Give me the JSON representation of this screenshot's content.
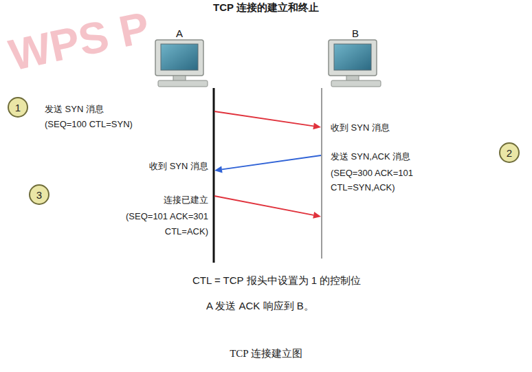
{
  "diagram": {
    "title": "TCP 连接的建立和终止",
    "caption": "TCP 连接建立图",
    "nodes": [
      {
        "text": [
          "A"
        ]
      },
      {
        "text": [
          "B"
        ]
      },
      {
        "text": [
          "1"
        ]
      },
      {
        "text": [
          "2"
        ]
      },
      {
        "text": [
          "3"
        ]
      }
    ],
    "edges": [
      {
        "from": 0,
        "to": 1,
        "arrow": "to"
      },
      {
        "from": 1,
        "to": 0,
        "arrow": "to"
      },
      {
        "from": 0,
        "to": 1,
        "arrow": "to"
      }
    ],
    "labels": [
      "WPS P",
      "发送 SYN 消息",
      "(SEQ=100 CTL=SYN)",
      "收到 SYN 消息",
      "发送 SYN,ACK 消息",
      "(SEQ=300 ACK=101 CTL=SYN,ACK)",
      "收到 SYN 消息",
      "连接已建立",
      "(SEQ=101 ACK=301 CTL=ACK)",
      "CTL = TCP 报头中设置为 1 的控制位",
      "A 发送 ACK 响应到 B。"
    ]
  }
}
